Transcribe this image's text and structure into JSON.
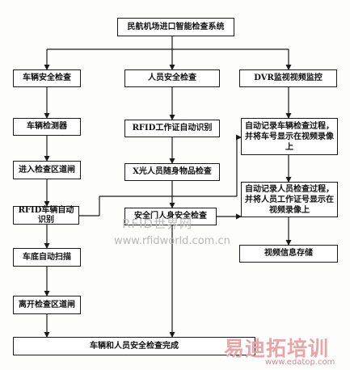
{
  "diagram": {
    "title": "民航机场进口智能检查系统",
    "vehicle_check": "车辆安全检查",
    "person_check": "人员安全检查",
    "dvr_monitor": "DVR监视视频监控",
    "vehicle_detector": "车辆检测器",
    "enter_gate": "进入检查区道闸",
    "rfid_vehicle": "RFID车辆自动识别",
    "chassis_scan": "车底自动扫描",
    "exit_gate": "离开检查区道闸",
    "rfid_staff": "RFID工作证自动识别",
    "xray": "X光人员随身物品检查",
    "security_door": "安全门人身安全检查",
    "record_vehicle": "自动记录车辆检查过程，并将车号显示在视频录像上",
    "record_person": "自动记录人员检查过程，并将人员工作证号显示在视频录像上",
    "video_storage": "视频信息存储",
    "complete": "车辆和人员安全检查完成"
  },
  "watermarks": {
    "cn": "RFID世界网",
    "url": "www.rfidworld.com.cn",
    "brand": "易迪拓培训",
    "brand_url": "www.edatop.com"
  },
  "colors": {
    "line": "#1a1a1a",
    "watermark_red": "#e9a4a8"
  }
}
